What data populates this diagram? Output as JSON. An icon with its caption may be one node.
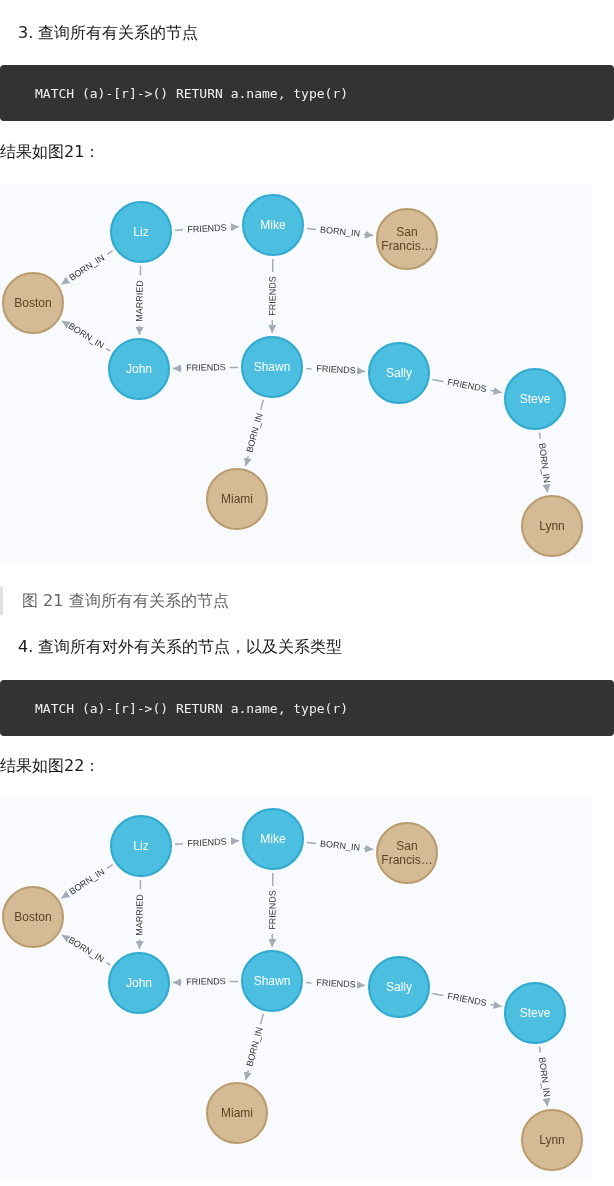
{
  "diagram": {
    "nodes": [
      {
        "text": [
          "MATCH (a)-[r]->() RETURN a.name, type(r)"
        ]
      },
      {
        "text": [
          "Liz"
        ]
      },
      {
        "text": [
          "Mike"
        ]
      },
      {
        "text": [
          "San Francis…"
        ]
      },
      {
        "text": [
          "Boston"
        ]
      },
      {
        "text": [
          "John"
        ]
      },
      {
        "text": [
          "Shawn"
        ]
      },
      {
        "text": [
          "Sally"
        ]
      },
      {
        "text": [
          "Steve"
        ]
      },
      {
        "text": [
          "Miami"
        ]
      },
      {
        "text": [
          "Lynn"
        ]
      },
      {
        "text": [
          "MATCH (a)-[r]->() RETURN a.name, type(r)"
        ]
      },
      {
        "text": [
          "Liz"
        ]
      },
      {
        "text": [
          "Mike"
        ]
      },
      {
        "text": [
          "San Francis…"
        ]
      },
      {
        "text": [
          "Boston"
        ]
      },
      {
        "text": [
          "John"
        ]
      },
      {
        "text": [
          "Shawn"
        ]
      },
      {
        "text": [
          "Sally"
        ]
      },
      {
        "text": [
          "Steve"
        ]
      },
      {
        "text": [
          "Miami"
        ]
      },
      {
        "text": [
          "Lynn"
        ]
      }
    ],
    "edges": [
      {
        "from": 1,
        "to": 2,
        "arrow": "to",
        "label": "FRIENDS"
      },
      {
        "from": 2,
        "to": 3,
        "arrow": "to",
        "label": "BORN_IN"
      },
      {
        "from": 1,
        "to": 4,
        "arrow": "to",
        "label": "BORN_IN"
      },
      {
        "from": 1,
        "to": 5,
        "arrow": "to",
        "label": "MARRIED"
      },
      {
        "from": 2,
        "to": 6,
        "arrow": "to",
        "label": "FRIENDS"
      },
      {
        "from": 5,
        "to": 4,
        "arrow": "to",
        "label": "BORN_IN"
      },
      {
        "from": 6,
        "to": 5,
        "arrow": "to",
        "label": "FRIENDS"
      },
      {
        "from": 6,
        "to": 7,
        "arrow": "to",
        "label": "FRIENDS"
      },
      {
        "from": 7,
        "to": 8,
        "arrow": "to",
        "label": "FRIENDS"
      },
      {
        "from": 6,
        "to": 9,
        "arrow": "to",
        "label": "BORN_IN"
      },
      {
        "from": 8,
        "to": 10,
        "arrow": "to",
        "label": "BORN_IN"
      },
      {
        "from": 12,
        "to": 13,
        "arrow": "to",
        "label": "FRIENDS"
      },
      {
        "from": 13,
        "to": 14,
        "arrow": "to",
        "label": "BORN_IN"
      },
      {
        "from": 12,
        "to": 15,
        "arrow": "to",
        "label": "BORN_IN"
      },
      {
        "from": 12,
        "to": 16,
        "arrow": "to",
        "label": "MARRIED"
      },
      {
        "from": 13,
        "to": 17,
        "arrow": "to",
        "label": "FRIENDS"
      },
      {
        "from": 16,
        "to": 15,
        "arrow": "to",
        "label": "BORN_IN"
      },
      {
        "from": 17,
        "to": 16,
        "arrow": "to",
        "label": "FRIENDS"
      },
      {
        "from": 17,
        "to": 18,
        "arrow": "to",
        "label": "FRIENDS"
      },
      {
        "from": 18,
        "to": 19,
        "arrow": "to",
        "label": "FRIENDS"
      },
      {
        "from": 17,
        "to": 20,
        "arrow": "to",
        "label": "BORN_IN"
      },
      {
        "from": 19,
        "to": 21,
        "arrow": "to",
        "label": "BORN_IN"
      }
    ],
    "labels": [
      "3. 查询所有有关系的节点",
      "结果如图21：",
      "图 21 查询所有有关系的节点",
      "4. 查询所有对外有关系的节点，以及关系类型",
      "结果如图22："
    ]
  }
}
